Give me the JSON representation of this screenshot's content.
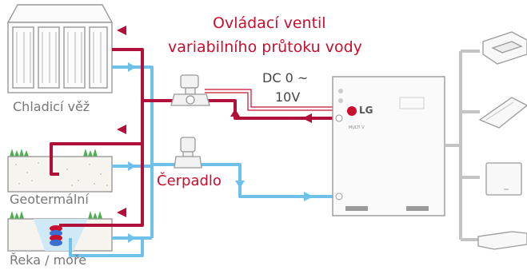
{
  "title_line1": "Ovládací ventil",
  "title_line2": "variabilního průtoku vody",
  "signal_line1": "DC 0 ~",
  "signal_line2": "10V",
  "pump_label": "Čerpadlo",
  "sources": {
    "cooling_tower": "Chladicí věž",
    "geothermal": "Geotermální",
    "river_sea": "Řeka / moře"
  },
  "unit_brand": "LG",
  "unit_badge": "MULTI V",
  "colors": {
    "supply": "#b0103a",
    "return": "#6ec1e8",
    "title": "#c8102e",
    "indoor_pipe": "#c4c4c4",
    "outline": "#9a9a9a"
  }
}
